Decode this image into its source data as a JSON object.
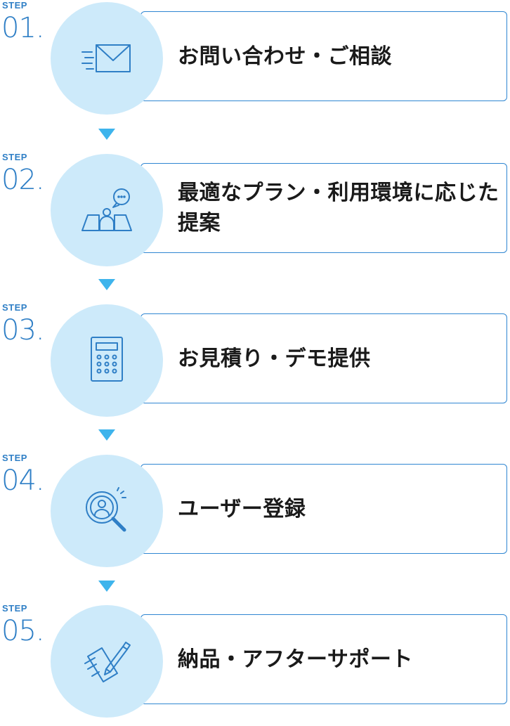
{
  "steps": [
    {
      "label": "STEP",
      "number": "01.",
      "title": "お問い合わせ・ご相談",
      "icon": "envelope-icon"
    },
    {
      "label": "STEP",
      "number": "02.",
      "title": "最適なプラン・利用環境に応じた提案",
      "icon": "consultant-map-icon"
    },
    {
      "label": "STEP",
      "number": "03.",
      "title": "お見積り・デモ提供",
      "icon": "calculator-icon"
    },
    {
      "label": "STEP",
      "number": "04.",
      "title": "ユーザー登録",
      "icon": "magnifier-user-icon"
    },
    {
      "label": "STEP",
      "number": "05.",
      "title": "納品・アフターサポート",
      "icon": "contract-pen-icon"
    }
  ],
  "colors": {
    "accent": "#2f7fc6",
    "card_border": "#2f86d2",
    "circle_fill": "#cdeafa",
    "arrow": "#3eb4ec",
    "text": "#1a1a1a"
  }
}
